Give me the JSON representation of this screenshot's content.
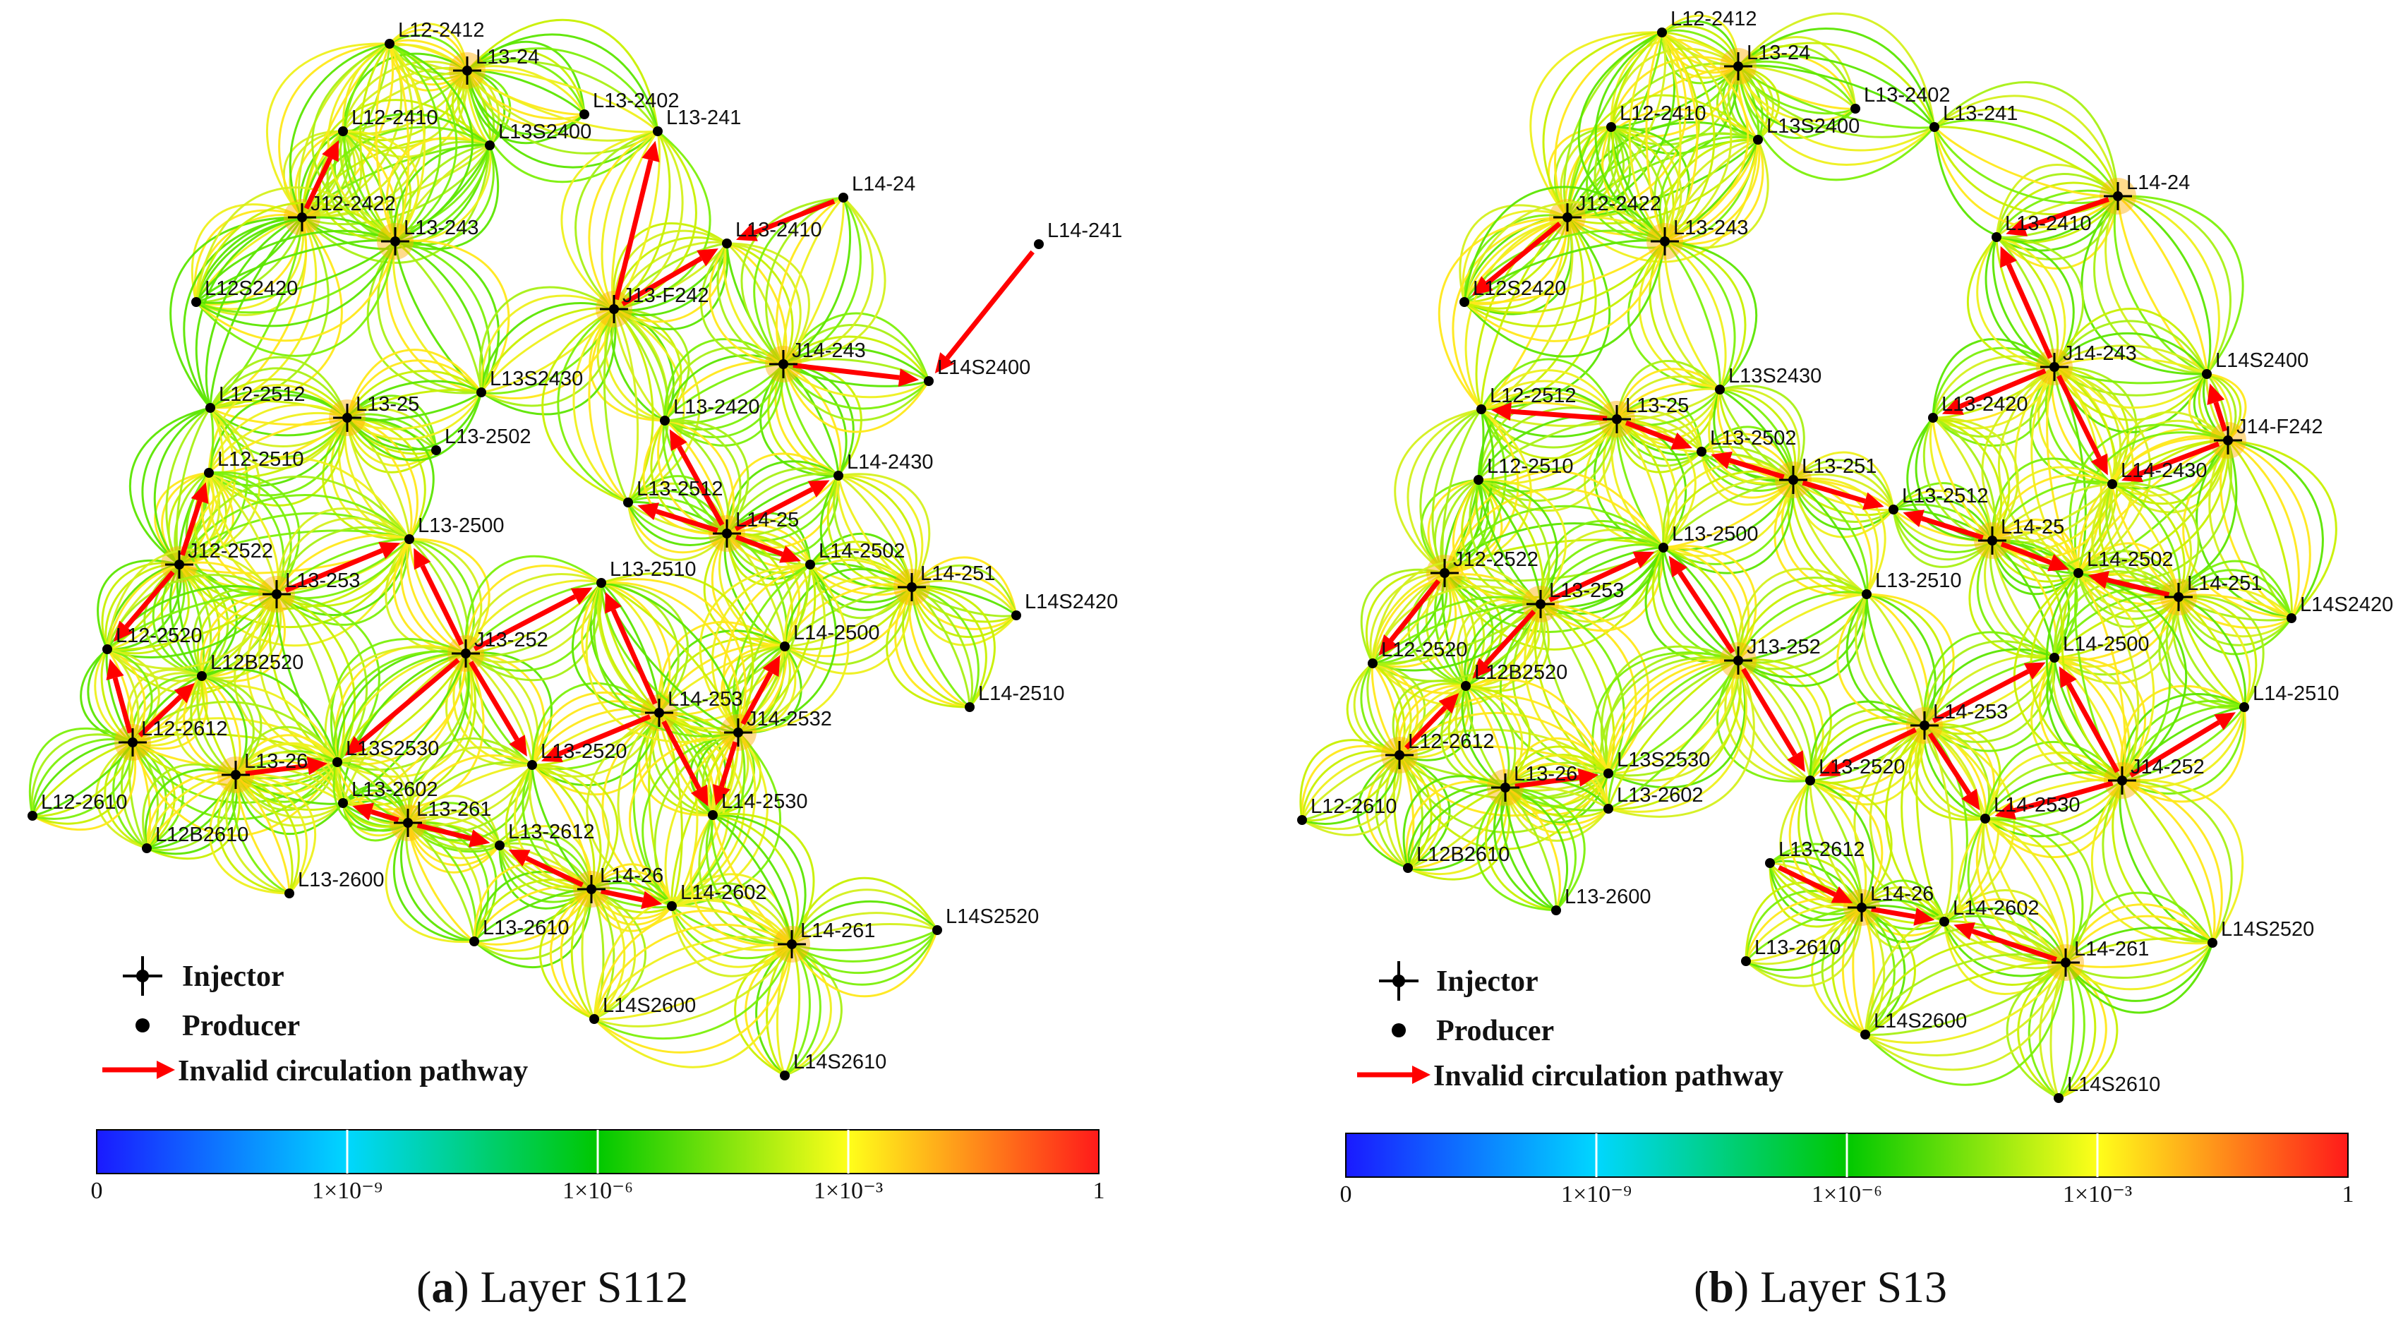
{
  "legend": {
    "injector": "Injector",
    "producer": "Producer",
    "pathway": "Invalid circulation pathway"
  },
  "colorbar": {
    "ticks": [
      "0",
      "1×10⁻⁹",
      "1×10⁻⁶",
      "1×10⁻³",
      "1"
    ],
    "colors": [
      "#1a1aff",
      "#00d7ff",
      "#00c800",
      "#ffff1a",
      "#ff1a1a"
    ]
  },
  "panels": [
    {
      "letter": "a",
      "caption": "Layer S112",
      "wells": [
        {
          "name": "L12-2412",
          "type": "producer"
        },
        {
          "name": "L13-24",
          "type": "injector"
        },
        {
          "name": "L12-2410",
          "type": "producer"
        },
        {
          "name": "L13S2400",
          "type": "producer"
        },
        {
          "name": "L13-2402",
          "type": "producer"
        },
        {
          "name": "L13-241",
          "type": "producer"
        },
        {
          "name": "J12-2422",
          "type": "injector"
        },
        {
          "name": "L13-243",
          "type": "injector"
        },
        {
          "name": "L14-24",
          "type": "producer"
        },
        {
          "name": "L13-2410",
          "type": "producer"
        },
        {
          "name": "L14-241",
          "type": "producer"
        },
        {
          "name": "L12S2420",
          "type": "producer"
        },
        {
          "name": "J13-F242",
          "type": "injector"
        },
        {
          "name": "J14-243",
          "type": "injector"
        },
        {
          "name": "L14S2400",
          "type": "producer"
        },
        {
          "name": "L13S2430",
          "type": "producer"
        },
        {
          "name": "L12-2512",
          "type": "producer"
        },
        {
          "name": "L13-25",
          "type": "injector"
        },
        {
          "name": "L13-2502",
          "type": "producer"
        },
        {
          "name": "L13-2420",
          "type": "producer"
        },
        {
          "name": "L12-2510",
          "type": "producer"
        },
        {
          "name": "L14-2430",
          "type": "producer"
        },
        {
          "name": "L13-2512",
          "type": "producer"
        },
        {
          "name": "L14-25",
          "type": "injector"
        },
        {
          "name": "J12-2522",
          "type": "injector"
        },
        {
          "name": "L13-2500",
          "type": "producer"
        },
        {
          "name": "L14-2502",
          "type": "producer"
        },
        {
          "name": "L13-253",
          "type": "injector"
        },
        {
          "name": "L13-2510",
          "type": "producer"
        },
        {
          "name": "L14-251",
          "type": "injector"
        },
        {
          "name": "L14S2420",
          "type": "producer"
        },
        {
          "name": "L12-2520",
          "type": "producer"
        },
        {
          "name": "J13-252",
          "type": "injector"
        },
        {
          "name": "L14-2500",
          "type": "producer"
        },
        {
          "name": "L12B2520",
          "type": "producer"
        },
        {
          "name": "L14-253",
          "type": "injector"
        },
        {
          "name": "L14-2510",
          "type": "producer"
        },
        {
          "name": "L12-2612",
          "type": "injector"
        },
        {
          "name": "J14-2532",
          "type": "injector"
        },
        {
          "name": "L13-26",
          "type": "injector"
        },
        {
          "name": "L13S2530",
          "type": "producer"
        },
        {
          "name": "L13-2520",
          "type": "producer"
        },
        {
          "name": "L13-2602",
          "type": "producer"
        },
        {
          "name": "L14-2530",
          "type": "producer"
        },
        {
          "name": "L12-2610",
          "type": "producer"
        },
        {
          "name": "L13-261",
          "type": "injector"
        },
        {
          "name": "L12B2610",
          "type": "producer"
        },
        {
          "name": "L13-2612",
          "type": "producer"
        },
        {
          "name": "L13-2600",
          "type": "producer"
        },
        {
          "name": "L14-26",
          "type": "injector"
        },
        {
          "name": "L14-2602",
          "type": "producer"
        },
        {
          "name": "L14S2520",
          "type": "producer"
        },
        {
          "name": "L13-2610",
          "type": "producer"
        },
        {
          "name": "L14-261",
          "type": "injector"
        },
        {
          "name": "L14S2600",
          "type": "producer"
        },
        {
          "name": "L14S2610",
          "type": "producer"
        }
      ],
      "pathways": [
        [
          "J12-2422",
          "L12-2410"
        ],
        [
          "J13-F242",
          "L13-241"
        ],
        [
          "J13-F242",
          "L13-2410"
        ],
        [
          "L14-24",
          "L13-2410"
        ],
        [
          "L14-241",
          "L14S2400"
        ],
        [
          "J14-243",
          "L14S2400"
        ],
        [
          "J12-2522",
          "L12-2510"
        ],
        [
          "J12-2522",
          "L12-2520"
        ],
        [
          "L13-253",
          "L13-2500"
        ],
        [
          "L14-25",
          "L13-2420"
        ],
        [
          "L14-25",
          "L13-2512"
        ],
        [
          "L14-25",
          "L14-2430"
        ],
        [
          "L14-25",
          "L14-2502"
        ],
        [
          "J13-252",
          "L13-2500"
        ],
        [
          "J13-252",
          "L13-2510"
        ],
        [
          "J13-252",
          "L13S2530"
        ],
        [
          "J13-252",
          "L13-2520"
        ],
        [
          "L14-253",
          "L13-2510"
        ],
        [
          "L14-253",
          "L13-2520"
        ],
        [
          "L14-253",
          "L14-2530"
        ],
        [
          "J14-2532",
          "L14-2500"
        ],
        [
          "J14-2532",
          "L14-2530"
        ],
        [
          "L12-2612",
          "L12B2520"
        ],
        [
          "L12-2612",
          "L12-2520"
        ],
        [
          "L13-26",
          "L13S2530"
        ],
        [
          "L13-261",
          "L13-2602"
        ],
        [
          "L13-261",
          "L13-2612"
        ],
        [
          "L14-26",
          "L13-2612"
        ],
        [
          "L14-26",
          "L14-2602"
        ]
      ]
    },
    {
      "letter": "b",
      "caption": "Layer S13",
      "wells": [
        {
          "name": "L12-2412",
          "type": "producer"
        },
        {
          "name": "L13-24",
          "type": "injector"
        },
        {
          "name": "L13-2402",
          "type": "producer"
        },
        {
          "name": "L12-2410",
          "type": "producer"
        },
        {
          "name": "L13-241",
          "type": "producer"
        },
        {
          "name": "L13S2400",
          "type": "producer"
        },
        {
          "name": "J12-2422",
          "type": "injector"
        },
        {
          "name": "L14-24",
          "type": "injector"
        },
        {
          "name": "L13-243",
          "type": "injector"
        },
        {
          "name": "L13-2410",
          "type": "producer"
        },
        {
          "name": "L12S2420",
          "type": "producer"
        },
        {
          "name": "J14-243",
          "type": "injector"
        },
        {
          "name": "L13S2430",
          "type": "producer"
        },
        {
          "name": "L14S2400",
          "type": "producer"
        },
        {
          "name": "L12-2512",
          "type": "producer"
        },
        {
          "name": "L13-25",
          "type": "injector"
        },
        {
          "name": "L13-2420",
          "type": "producer"
        },
        {
          "name": "J14-F242",
          "type": "injector"
        },
        {
          "name": "L13-2502",
          "type": "producer"
        },
        {
          "name": "L13-251",
          "type": "injector"
        },
        {
          "name": "L12-2510",
          "type": "producer"
        },
        {
          "name": "L14-2430",
          "type": "producer"
        },
        {
          "name": "L13-2512",
          "type": "producer"
        },
        {
          "name": "L14-25",
          "type": "injector"
        },
        {
          "name": "L13-2500",
          "type": "producer"
        },
        {
          "name": "J12-2522",
          "type": "injector"
        },
        {
          "name": "L14-2502",
          "type": "producer"
        },
        {
          "name": "L13-253",
          "type": "injector"
        },
        {
          "name": "L13-2510",
          "type": "producer"
        },
        {
          "name": "L14-251",
          "type": "injector"
        },
        {
          "name": "L14S2420",
          "type": "producer"
        },
        {
          "name": "L12-2520",
          "type": "producer"
        },
        {
          "name": "J13-252",
          "type": "injector"
        },
        {
          "name": "L14-2500",
          "type": "producer"
        },
        {
          "name": "L12B2520",
          "type": "producer"
        },
        {
          "name": "L14-253",
          "type": "injector"
        },
        {
          "name": "L14-2510",
          "type": "producer"
        },
        {
          "name": "L12-2612",
          "type": "injector"
        },
        {
          "name": "L13-26",
          "type": "injector"
        },
        {
          "name": "L13S2530",
          "type": "producer"
        },
        {
          "name": "L13-2520",
          "type": "producer"
        },
        {
          "name": "J14-252",
          "type": "injector"
        },
        {
          "name": "L12-2610",
          "type": "producer"
        },
        {
          "name": "L13-2602",
          "type": "producer"
        },
        {
          "name": "L14-2530",
          "type": "producer"
        },
        {
          "name": "L12B2610",
          "type": "producer"
        },
        {
          "name": "L13-2612",
          "type": "producer"
        },
        {
          "name": "L13-2600",
          "type": "producer"
        },
        {
          "name": "L14-26",
          "type": "injector"
        },
        {
          "name": "L14-2602",
          "type": "producer"
        },
        {
          "name": "L14S2520",
          "type": "producer"
        },
        {
          "name": "L13-2610",
          "type": "producer"
        },
        {
          "name": "L14-261",
          "type": "injector"
        },
        {
          "name": "L14S2600",
          "type": "producer"
        },
        {
          "name": "L14S2610",
          "type": "producer"
        }
      ],
      "pathways": [
        [
          "J12-2422",
          "L12S2420"
        ],
        [
          "L14-24",
          "L13-2410"
        ],
        [
          "J14-243",
          "L13-2410"
        ],
        [
          "J14-243",
          "L13-2420"
        ],
        [
          "J14-243",
          "L14-2430"
        ],
        [
          "J14-F242",
          "L14S2400"
        ],
        [
          "J14-F242",
          "L14-2430"
        ],
        [
          "L13-25",
          "L12-2512"
        ],
        [
          "L13-25",
          "L13-2502"
        ],
        [
          "L13-251",
          "L13-2502"
        ],
        [
          "L13-251",
          "L13-2512"
        ],
        [
          "L14-25",
          "L13-2512"
        ],
        [
          "L14-25",
          "L14-2502"
        ],
        [
          "L14-251",
          "L14-2502"
        ],
        [
          "L13-253",
          "L13-2500"
        ],
        [
          "L13-253",
          "L12B2520"
        ],
        [
          "J12-2522",
          "L12-2520"
        ],
        [
          "L12-2612",
          "L12B2520"
        ],
        [
          "J13-252",
          "L13-2500"
        ],
        [
          "J13-252",
          "L13-2520"
        ],
        [
          "L14-253",
          "L13-2520"
        ],
        [
          "L14-253",
          "L14-2500"
        ],
        [
          "L14-253",
          "L14-2530"
        ],
        [
          "J14-252",
          "L14-2500"
        ],
        [
          "J14-252",
          "L14-2510"
        ],
        [
          "J14-252",
          "L14-2530"
        ],
        [
          "L13-26",
          "L13S2530"
        ],
        [
          "L13-2612",
          "L14-26"
        ],
        [
          "L14-26",
          "L14-2602"
        ],
        [
          "L14-261",
          "L14-2602"
        ]
      ]
    }
  ]
}
